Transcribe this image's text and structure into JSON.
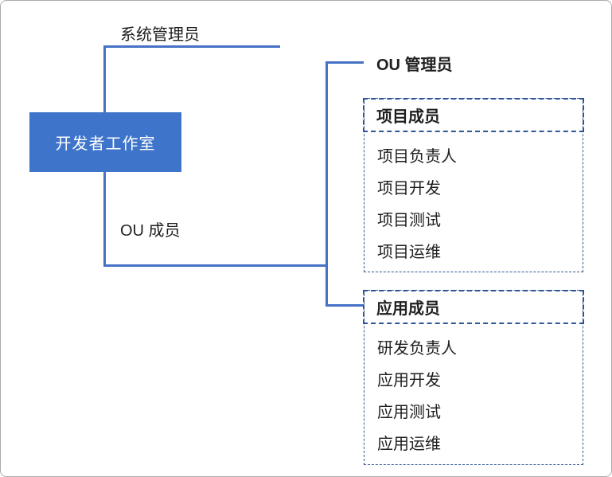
{
  "colors": {
    "node_fill": "#3E74C9",
    "connector": "#4472C4",
    "dashed_border": "#2F5496"
  },
  "root": {
    "label": "开发者工作室"
  },
  "labels": {
    "system_admin": "系统管理员",
    "ou_member": "OU 成员",
    "ou_admin": "OU 管理员"
  },
  "groups": [
    {
      "header": "项目成员",
      "items": [
        "项目负责人",
        "项目开发",
        "项目测试",
        "项目运维"
      ]
    },
    {
      "header": "应用成员",
      "items": [
        "研发负责人",
        "应用开发",
        "应用测试",
        "应用运维"
      ]
    }
  ]
}
